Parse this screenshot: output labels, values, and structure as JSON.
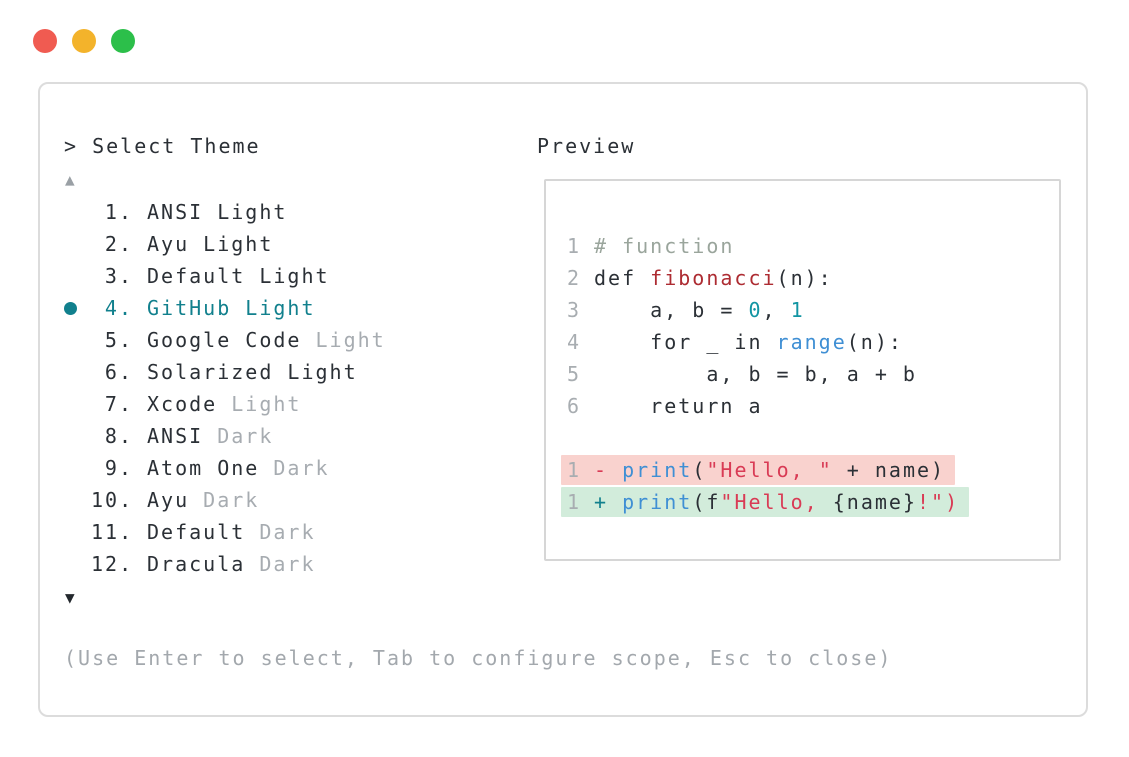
{
  "window": {
    "traffic_lights": [
      {
        "name": "close",
        "color": "#f05b51"
      },
      {
        "name": "minimize",
        "color": "#f3b32b"
      },
      {
        "name": "zoom",
        "color": "#2cbf4a"
      }
    ]
  },
  "theme_picker": {
    "title": "> Select Theme",
    "scroll_up": "▲",
    "scroll_down": "▼",
    "hint": "(Use Enter to select, Tab to configure scope, Esc to close)",
    "items": [
      {
        "number": "1.",
        "name": "ANSI Light",
        "muted_suffix": "",
        "selected": false
      },
      {
        "number": "2.",
        "name": "Ayu Light",
        "muted_suffix": "",
        "selected": false
      },
      {
        "number": "3.",
        "name": "Default Light",
        "muted_suffix": "",
        "selected": false
      },
      {
        "number": "4.",
        "name": "GitHub Light",
        "muted_suffix": "",
        "selected": true
      },
      {
        "number": "5.",
        "name": "Google Code",
        "muted_suffix": "Light",
        "selected": false
      },
      {
        "number": "6.",
        "name": "Solarized Light",
        "muted_suffix": "",
        "selected": false
      },
      {
        "number": "7.",
        "name": "Xcode",
        "muted_suffix": "Light",
        "selected": false
      },
      {
        "number": "8.",
        "name": "ANSI",
        "muted_suffix": "Dark",
        "selected": false
      },
      {
        "number": "9.",
        "name": "Atom One",
        "muted_suffix": "Dark",
        "selected": false
      },
      {
        "number": "10.",
        "name": "Ayu",
        "muted_suffix": "Dark",
        "selected": false
      },
      {
        "number": "11.",
        "name": "Default",
        "muted_suffix": "Dark",
        "selected": false
      },
      {
        "number": "12.",
        "name": "Dracula",
        "muted_suffix": "Dark",
        "selected": false
      }
    ]
  },
  "preview": {
    "title": "Preview",
    "code_lines": [
      {
        "line_number": "1",
        "tokens": [
          {
            "text": "# function",
            "type": "comment"
          }
        ]
      },
      {
        "line_number": "2",
        "tokens": [
          {
            "text": "def ",
            "type": "plain"
          },
          {
            "text": "fibonacci",
            "type": "function"
          },
          {
            "text": "(n):",
            "type": "plain"
          }
        ]
      },
      {
        "line_number": "3",
        "tokens": [
          {
            "text": "    a, b = ",
            "type": "plain"
          },
          {
            "text": "0",
            "type": "number"
          },
          {
            "text": ", ",
            "type": "plain"
          },
          {
            "text": "1",
            "type": "number"
          }
        ]
      },
      {
        "line_number": "4",
        "tokens": [
          {
            "text": "    for _ in ",
            "type": "plain"
          },
          {
            "text": "range",
            "type": "builtin"
          },
          {
            "text": "(n):",
            "type": "plain"
          }
        ]
      },
      {
        "line_number": "5",
        "tokens": [
          {
            "text": "        a, b = b, a + b",
            "type": "plain"
          }
        ]
      },
      {
        "line_number": "6",
        "tokens": [
          {
            "text": "    return a",
            "type": "plain"
          }
        ]
      },
      {
        "line_number": "",
        "tokens": []
      },
      {
        "line_number": "1",
        "diff": "deleted",
        "tokens": [
          {
            "text": "- ",
            "type": "diff-del"
          },
          {
            "text": "print",
            "type": "builtin"
          },
          {
            "text": "(",
            "type": "plain"
          },
          {
            "text": "\"Hello, \"",
            "type": "string"
          },
          {
            "text": " + name)",
            "type": "plain"
          }
        ]
      },
      {
        "line_number": "1",
        "diff": "added",
        "tokens": [
          {
            "text": "+ ",
            "type": "diff-add"
          },
          {
            "text": "print",
            "type": "builtin"
          },
          {
            "text": "(f",
            "type": "plain"
          },
          {
            "text": "\"Hello, ",
            "type": "string"
          },
          {
            "text": "{name}",
            "type": "plain"
          },
          {
            "text": "!\")",
            "type": "string"
          }
        ]
      }
    ]
  },
  "colors": {
    "ink": "#2b3036",
    "muted": "#a7acb1",
    "accent_teal": "#11808d",
    "syntax_function": "#ad2c32",
    "syntax_builtin": "#3f8fd4",
    "syntax_string": "#d93b55",
    "syntax_number": "#1295a3",
    "syntax_comment": "#9aa59c",
    "diff_deleted_bg": "#f9d2ce",
    "diff_added_bg": "#d2ecdb"
  }
}
